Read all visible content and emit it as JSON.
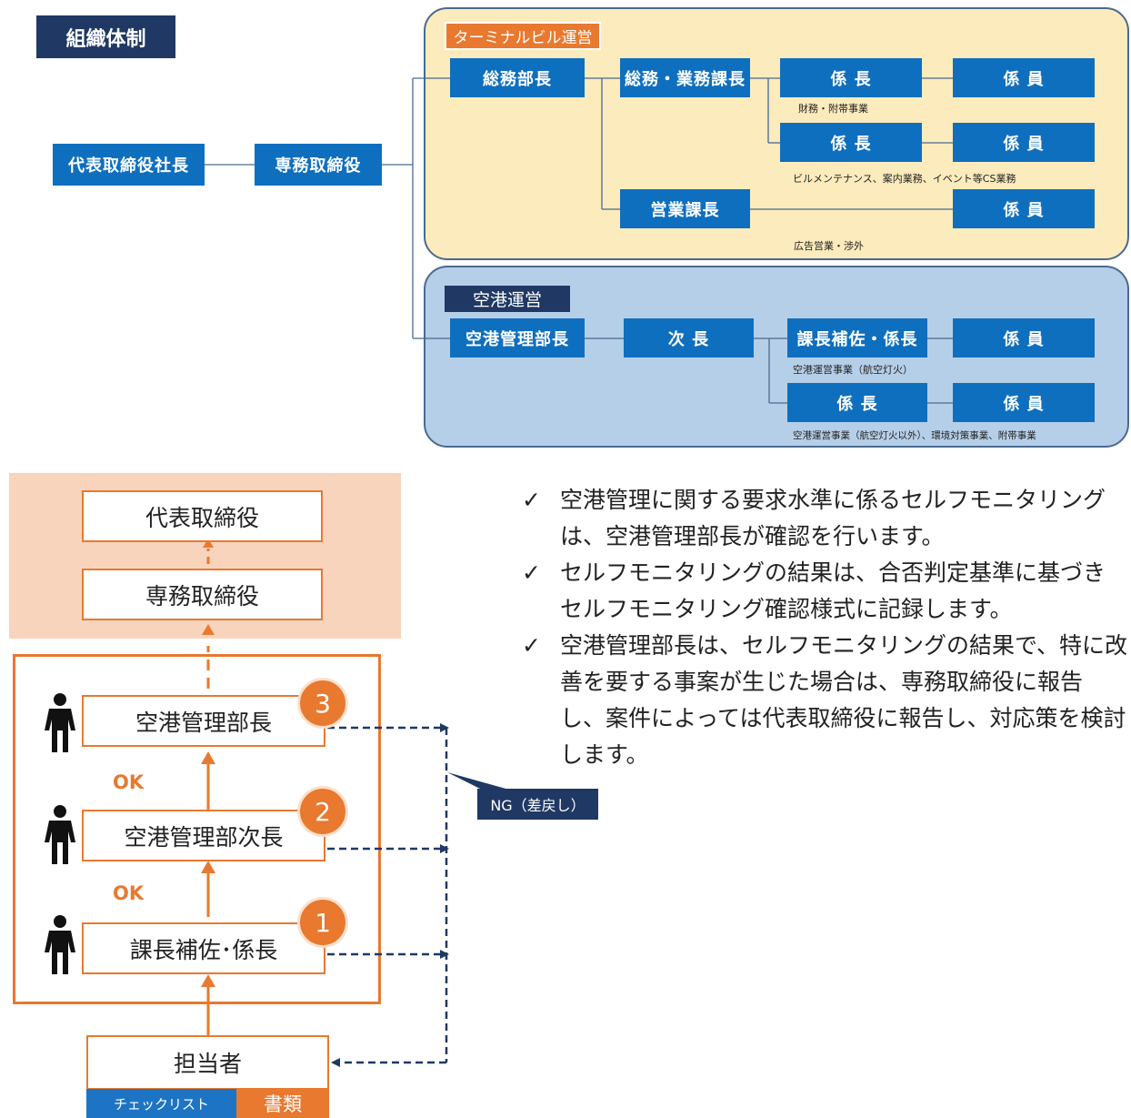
{
  "title": "組織体制",
  "terminal": {
    "tag": "ターミナルビル運営",
    "general_manager": "総務部長",
    "section_manager": "総務・業務課長",
    "sub_chief_1": "係 長",
    "sub_chief_2": "係 長",
    "sales_manager": "営業課長",
    "staff_1": "係 員",
    "staff_2": "係 員",
    "staff_3": "係 員",
    "note_1": "財務・附帯事業",
    "note_2": "ビルメンテナンス、案内業務、イベント等CS業務",
    "note_3": "広告営業・渉外"
  },
  "executives": {
    "president": "代表取締役社長",
    "managing": "専務取締役"
  },
  "airport": {
    "tag": "空港運営",
    "director": "空港管理部長",
    "deputy": "次 長",
    "assistant": "課長補佐・係長",
    "sub_chief": "係 長",
    "staff_1": "係 員",
    "staff_2": "係 員",
    "note_1": "空港運営事業（航空灯火）",
    "note_2": "空港運営事業（航空灯火以外）、環境対策事業、附帯事業"
  },
  "flow": {
    "ceo": "代表取締役",
    "senior": "専務取締役",
    "director": "空港管理部長",
    "deputy": "空港管理部次長",
    "assistant": "課長補佐･係長",
    "person": "担当者",
    "num_3": "3",
    "num_2": "2",
    "num_1": "1",
    "ok_1": "OK",
    "ok_2": "OK",
    "ng": "NG（差戻し）",
    "legend_checklist": "チェックリスト",
    "legend_docs": "書類"
  },
  "bullets": {
    "mark": "✓",
    "b1": "空港管理に関する要求水準に係るセルフモニタリングは、空港管理部長が確認を行います。",
    "b2": "セルフモニタリングの結果は、合否判定基準に基づきセルフモニタリング確認様式に記録します。",
    "b3": "空港管理部長は、セルフモニタリングの結果で、特に改善を要する事案が生じた場合は、専務取締役に報告し、案件によっては代表取締役に報告し、対応策を検討します。"
  },
  "colors": {
    "navy": "#1f3864",
    "blue": "#0f6fbf",
    "orange": "#e8792f",
    "terminal_bg": "#fcebbc",
    "airport_bg": "#b6cfe8",
    "exec_bg": "#f9d4bd"
  }
}
